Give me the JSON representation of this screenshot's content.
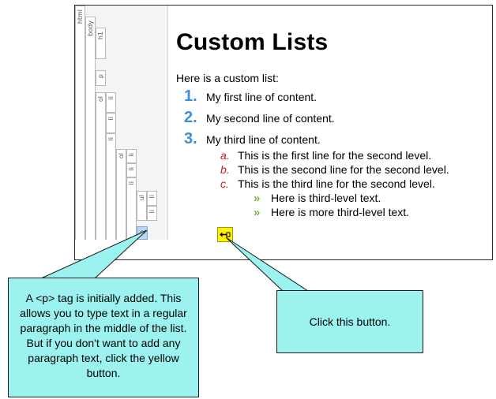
{
  "structure_bar": {
    "tags": [
      "html",
      "body",
      "h1",
      "p",
      "ol",
      "li",
      "li",
      "li",
      "ol",
      "li",
      "li",
      "li",
      "ul",
      "li",
      "li",
      "p"
    ]
  },
  "document": {
    "title": "Custom Lists",
    "intro": "Here is a custom list:",
    "level1": [
      {
        "marker": "1.",
        "text": "My first line of content."
      },
      {
        "marker": "2.",
        "text": "My second line of content."
      },
      {
        "marker": "3.",
        "text": "My third line of content."
      }
    ],
    "level2": [
      {
        "marker": "a.",
        "text": "This is the first line for the second level."
      },
      {
        "marker": "b.",
        "text": "This is the second line for the second level."
      },
      {
        "marker": "c.",
        "text": "This is the third line for the second level."
      }
    ],
    "level3": [
      {
        "marker": "»",
        "text": "Here is third-level text."
      },
      {
        "marker": "»",
        "text": "Here is more third-level text."
      }
    ]
  },
  "yellow_button": {
    "icon": "arrow-left-box-icon"
  },
  "callouts": {
    "left": "A <p> tag is initially added. This allows you to type text in a regular paragraph in the middle of the list. But if you don't want to add any paragraph text, click the yellow button.",
    "right": "Click this button."
  },
  "colors": {
    "level1_marker": "#3b8fd9",
    "level2_marker": "#cc1a1a",
    "level3_marker": "#7ab340",
    "callout_fill": "#9bf2ee",
    "button_fill": "#fff200"
  }
}
